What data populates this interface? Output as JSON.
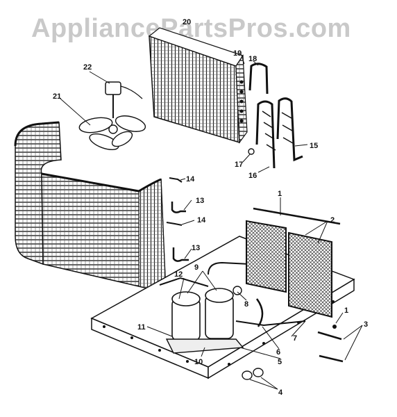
{
  "watermark": "AppliancePartsPros.com",
  "callouts": {
    "c1a": "1",
    "c1b": "1",
    "c2": "2",
    "c3": "3",
    "c4": "4",
    "c5": "5",
    "c6": "6",
    "c7": "7",
    "c8": "8",
    "c9": "9",
    "c10": "10",
    "c11": "11",
    "c12": "12",
    "c13a": "13",
    "c13b": "13",
    "c14a": "14",
    "c14b": "14",
    "c15": "15",
    "c16": "16",
    "c17": "17",
    "c18": "18",
    "c19": "19",
    "c20": "20",
    "c21": "21",
    "c22": "22"
  }
}
